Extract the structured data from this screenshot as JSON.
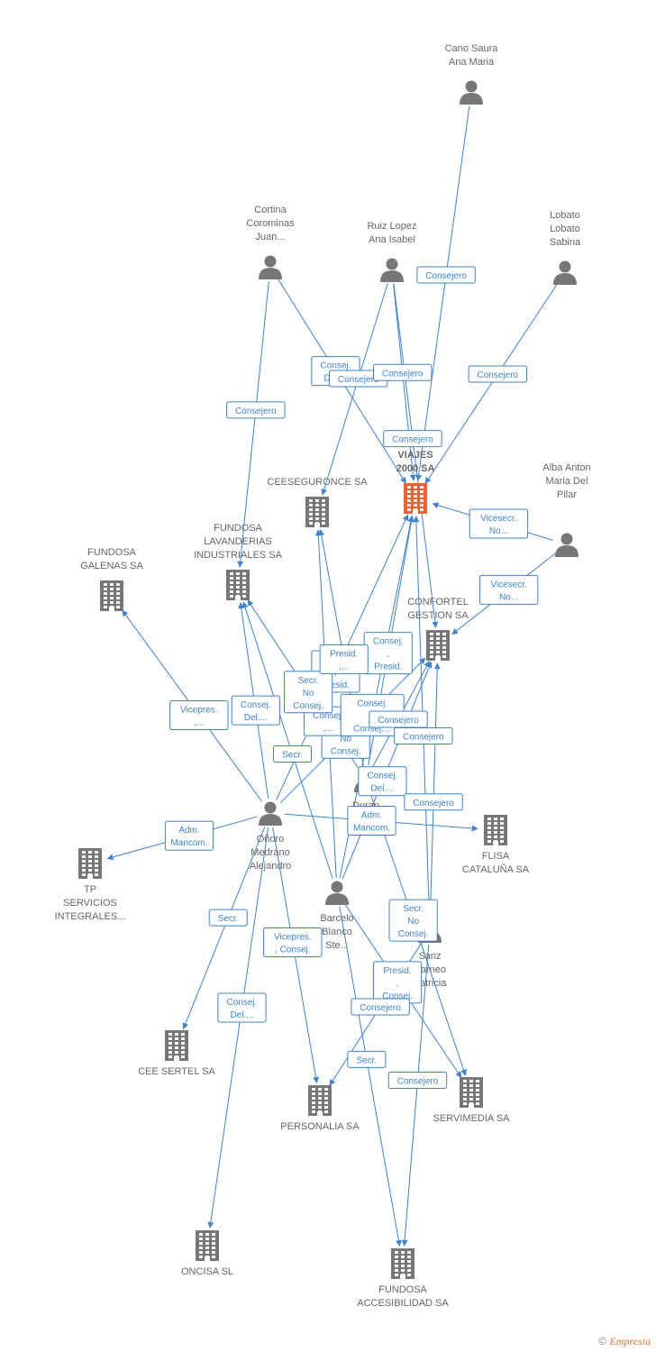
{
  "colors": {
    "edge": "#3b84d6",
    "node": "#777777",
    "focus": "#f06030"
  },
  "footer": {
    "copyright": "©",
    "brand": "Empresia"
  },
  "nodes": [
    {
      "id": "cano",
      "kind": "person",
      "label": [
        "Cano Saura",
        "Ana Maria"
      ]
    },
    {
      "id": "cortina",
      "kind": "person",
      "label": [
        "Cortina",
        "Corominas",
        "Juan..."
      ]
    },
    {
      "id": "ruiz",
      "kind": "person",
      "label": [
        "Ruiz Lopez",
        "Ana Isabel"
      ]
    },
    {
      "id": "lobato",
      "kind": "person",
      "label": [
        "Lobato",
        "Lobato",
        "Sabina"
      ]
    },
    {
      "id": "viajes",
      "kind": "focus",
      "label": [
        "VIAJES",
        "2000 SA"
      ]
    },
    {
      "id": "ceeseguronce",
      "kind": "company",
      "label": [
        "CEESEGURONCE SA"
      ]
    },
    {
      "id": "alba",
      "kind": "person",
      "label": [
        "Alba Anton",
        "Maria Del",
        "Pilar"
      ]
    },
    {
      "id": "fundosa_lav",
      "kind": "company",
      "label": [
        "FUNDOSA",
        "LAVANDERIAS",
        "INDUSTRIALES SA"
      ]
    },
    {
      "id": "fundosa_gal",
      "kind": "company",
      "label": [
        "FUNDOSA",
        "GALENAS SA"
      ]
    },
    {
      "id": "confortel",
      "kind": "company",
      "label": [
        "CONFORTEL",
        "GESTION SA"
      ]
    },
    {
      "id": "duran",
      "kind": "person",
      "label": [
        "Duran"
      ]
    },
    {
      "id": "onoro",
      "kind": "person",
      "label": [
        "Oñoro",
        "Medrano",
        "Alejandro"
      ]
    },
    {
      "id": "flisa",
      "kind": "company",
      "label": [
        "FLISA",
        "CATALUÑA SA"
      ]
    },
    {
      "id": "tp",
      "kind": "company",
      "label": [
        "TP",
        "SERVICIOS",
        "INTEGRALES..."
      ]
    },
    {
      "id": "barcelo",
      "kind": "person",
      "label": [
        "Barcelo",
        "Blanco",
        "Ste..."
      ]
    },
    {
      "id": "sanz",
      "kind": "person",
      "label": [
        "Sanz",
        "Carneo",
        "Patricia"
      ]
    },
    {
      "id": "ceesertel",
      "kind": "company",
      "label": [
        "CEE SERTEL SA"
      ]
    },
    {
      "id": "personalia",
      "kind": "company",
      "label": [
        "PERSONALIA SA"
      ]
    },
    {
      "id": "servimedia",
      "kind": "company",
      "label": [
        "SERVIMEDIA SA"
      ]
    },
    {
      "id": "oncisa",
      "kind": "company",
      "label": [
        "ONCISA SL"
      ]
    },
    {
      "id": "fundosa_acc",
      "kind": "company",
      "label": [
        "FUNDOSA",
        "ACCESIBILIDAD SA"
      ]
    }
  ],
  "edges": [
    {
      "from": "cano",
      "to": "viajes",
      "label": [
        "Consejero"
      ]
    },
    {
      "from": "lobato",
      "to": "viajes",
      "label": [
        "Consejero"
      ]
    },
    {
      "from": "cortina",
      "to": "fundosa_lav",
      "label": [
        "Consejero"
      ]
    },
    {
      "from": "cortina",
      "to": "viajes",
      "label": [
        "Consej.",
        "Del...."
      ]
    },
    {
      "from": "ruiz",
      "to": "ceeseguronce",
      "label": [
        "Consejero"
      ]
    },
    {
      "from": "ruiz",
      "to": "viajes",
      "label": [
        "Consejero"
      ]
    },
    {
      "from": "ruiz",
      "to": "confortel",
      "label": [
        "Consejero"
      ]
    },
    {
      "from": "alba",
      "to": "viajes",
      "label": [
        "Vicesecr.",
        "No..."
      ]
    },
    {
      "from": "alba",
      "to": "confortel",
      "label": [
        "Vicesecr.",
        "No..."
      ]
    },
    {
      "from": "onoro",
      "to": "fundosa_gal",
      "label": [
        "Vicepres.",
        ",..."
      ]
    },
    {
      "from": "onoro",
      "to": "tp",
      "label": [
        "Adm.",
        "Mancom."
      ]
    },
    {
      "from": "onoro",
      "to": "fundosa_lav",
      "label": [
        "Consej.",
        "Del...."
      ]
    },
    {
      "from": "onoro",
      "to": "viajes",
      "label": [
        "Consej.",
        ",",
        "Presid."
      ]
    },
    {
      "from": "onoro",
      "to": "confortel",
      "label": [
        "Secr.",
        "No",
        "Consej."
      ]
    },
    {
      "from": "onoro",
      "to": "flisa",
      "label": [
        "Adm.",
        "Mancom."
      ]
    },
    {
      "from": "onoro",
      "to": "ceesertel",
      "label": [
        "Secr."
      ]
    },
    {
      "from": "onoro",
      "to": "personalia",
      "label": [
        "Vicepres.",
        ", Consej."
      ]
    },
    {
      "from": "onoro",
      "to": "oncisa",
      "label": [
        "Consej.",
        "Del...."
      ]
    },
    {
      "from": "barcelo",
      "to": "fundosa_lav",
      "label": [
        "Secr."
      ]
    },
    {
      "from": "barcelo",
      "to": "ceeseguronce",
      "label": [
        "Consej.",
        ",..."
      ]
    },
    {
      "from": "barcelo",
      "to": "viajes",
      "label": [
        "Consej.",
        ",",
        "Consej...."
      ]
    },
    {
      "from": "barcelo",
      "to": "confortel",
      "label": [
        "Consej.",
        "Del...."
      ]
    },
    {
      "from": "barcelo",
      "to": "servimedia",
      "label": [
        "Presid.",
        ",",
        "Consej."
      ]
    },
    {
      "from": "barcelo",
      "to": "fundosa_acc",
      "label": [
        "Secr."
      ]
    },
    {
      "from": "duran",
      "to": "viajes",
      "label": [
        "Consej.",
        ",",
        "Presid."
      ]
    },
    {
      "from": "duran",
      "to": "confortel",
      "label": [
        "Consejero"
      ]
    },
    {
      "from": "duran",
      "to": "fundosa_lav",
      "label": [
        "Secr.",
        "No",
        "Consej."
      ]
    },
    {
      "from": "duran",
      "to": "ceeseguronce",
      "label": [
        "Presid.",
        ",..."
      ]
    },
    {
      "from": "duran",
      "to": "servimedia",
      "label": [
        "Secr.",
        "No",
        "Consej."
      ]
    },
    {
      "from": "sanz",
      "to": "confortel",
      "label": [
        "Consejero"
      ]
    },
    {
      "from": "sanz",
      "to": "viajes",
      "label": [
        "Consejero"
      ]
    },
    {
      "from": "sanz",
      "to": "personalia",
      "label": [
        "Consejero"
      ]
    },
    {
      "from": "sanz",
      "to": "fundosa_acc",
      "label": [
        "Consejero"
      ]
    }
  ]
}
